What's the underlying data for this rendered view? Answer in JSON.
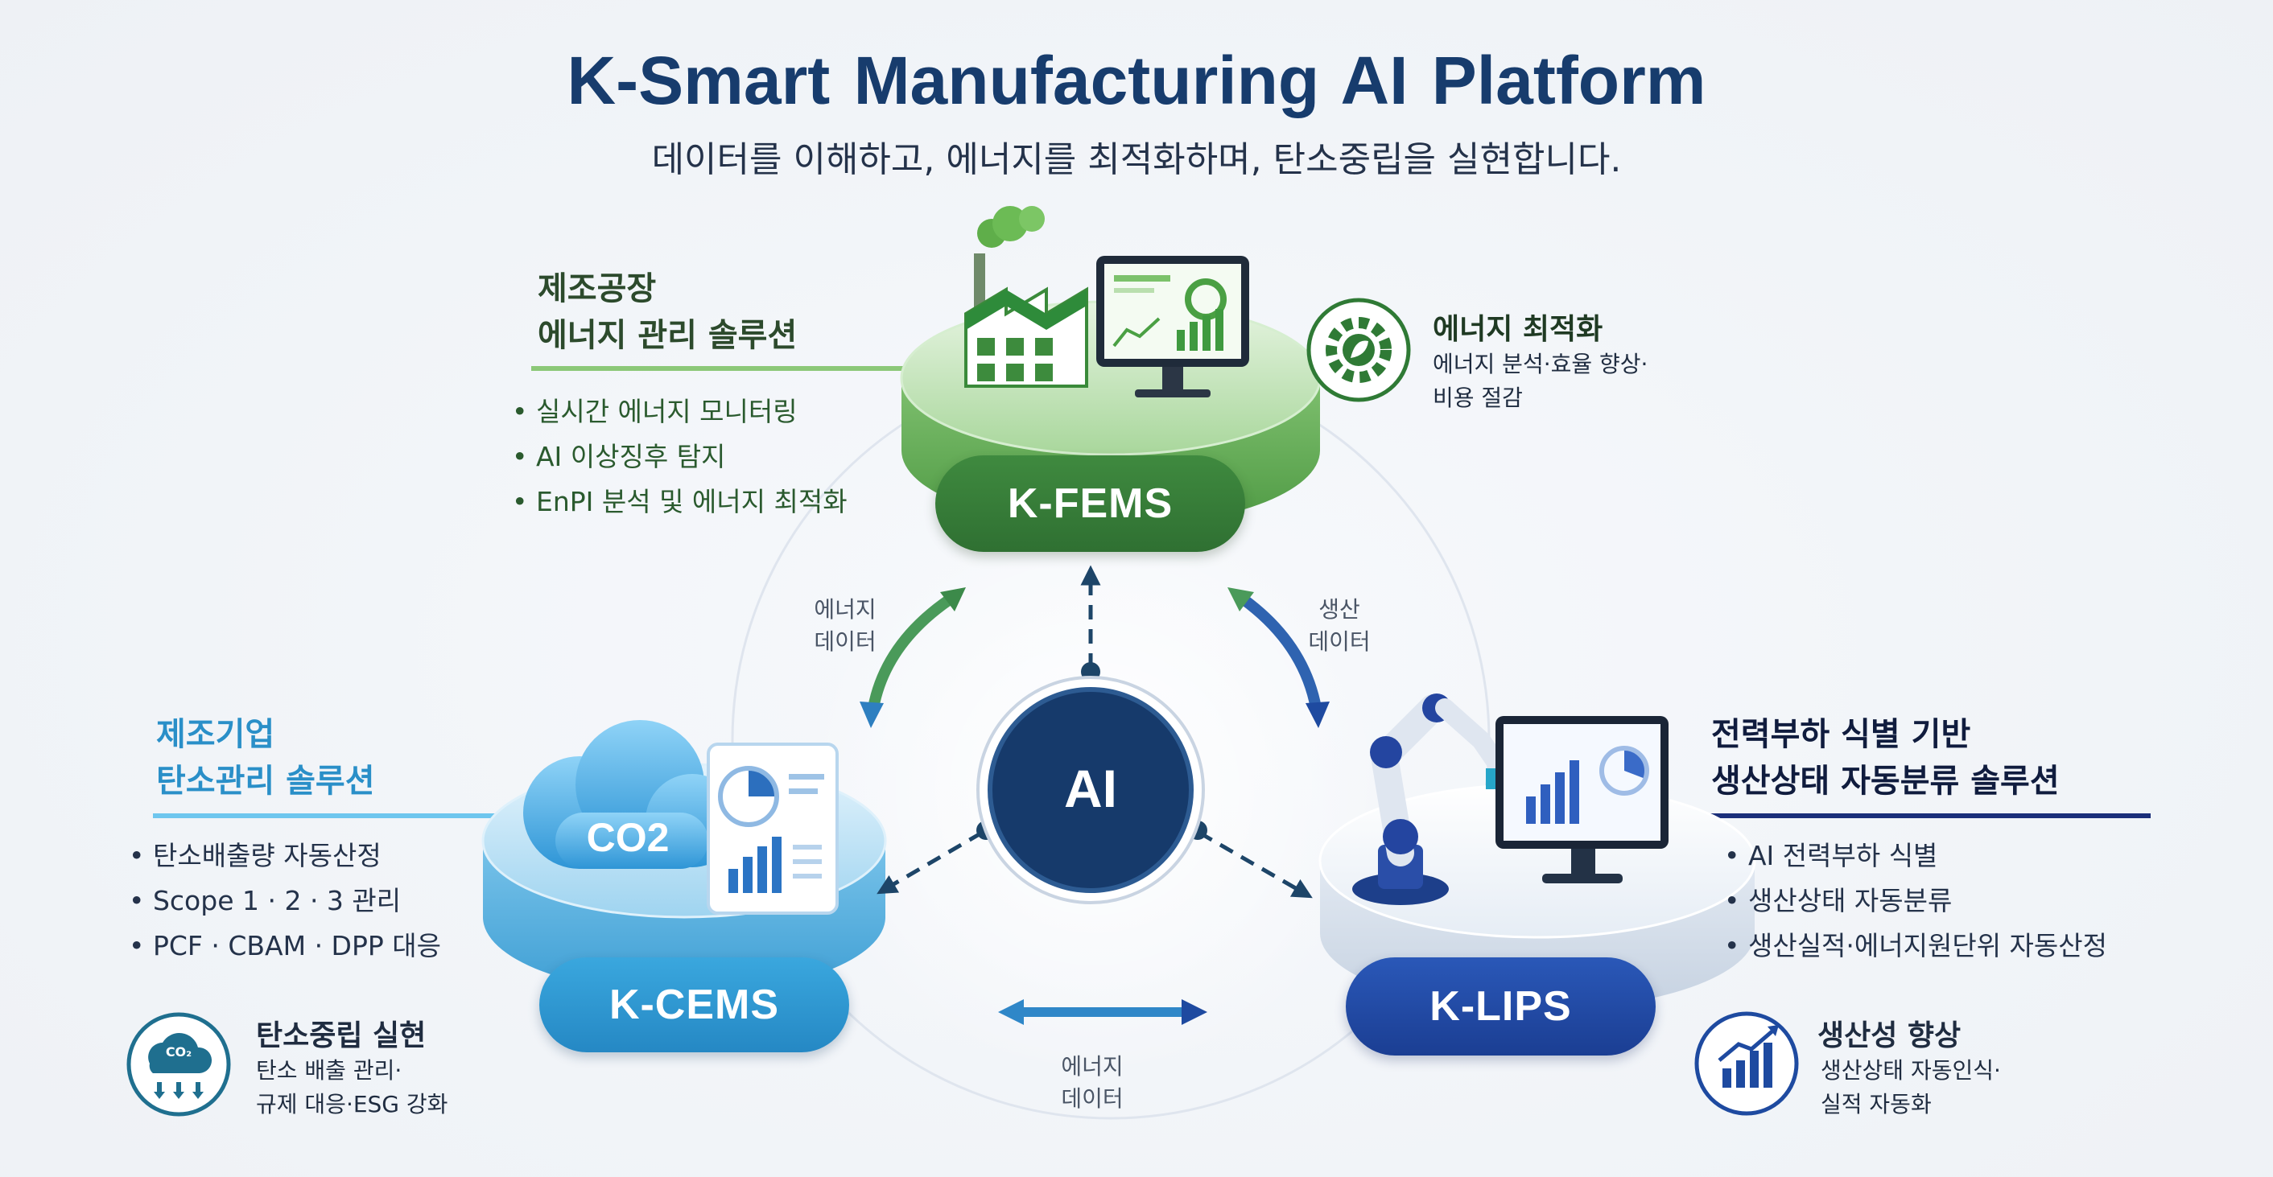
{
  "header": {
    "title": "K-Smart Manufacturing  AI Platform",
    "subtitle": "데이터를 이해하고, 에너지를 최적화하며, 탄소중립을 실현합니다."
  },
  "center": {
    "label": "AI"
  },
  "fems": {
    "pill": "K-FEMS",
    "heading": [
      "제조공장",
      "에너지 관리 솔루션"
    ],
    "bullets": [
      "실시간 에너지 모니터링",
      "AI 이상징후 탐지",
      "EnPI 분석 및 에너지 최적화"
    ],
    "feature": {
      "title": "에너지 최적화",
      "desc": [
        "에너지 분석·효율 향상·",
        "비용 절감"
      ]
    }
  },
  "cems": {
    "pill": "K-CEMS",
    "badge": "CO2",
    "heading": [
      "제조기업",
      "탄소관리 솔루션"
    ],
    "bullets": [
      "탄소배출량 자동산정",
      "Scope 1 · 2 · 3 관리",
      "PCF · CBAM · DPP 대응"
    ],
    "feature": {
      "title": "탄소중립 실현",
      "icon_text": "CO₂",
      "desc": [
        "탄소 배출 관리·",
        "규제 대응·ESG 강화"
      ]
    }
  },
  "lips": {
    "pill": "K-LIPS",
    "heading": [
      "전력부하 식별 기반",
      "생산상태 자동분류 솔루션"
    ],
    "bullets": [
      "AI 전력부하 식별",
      "생산상태 자동분류",
      "생산실적·에너지원단위  자동산정"
    ],
    "feature": {
      "title": "생산성 향상",
      "desc": [
        "생산상태 자동인식·",
        "실적 자동화"
      ]
    }
  },
  "flows": {
    "left": [
      "에너지",
      "데이터"
    ],
    "right": [
      "생산",
      "데이터"
    ],
    "bottom": [
      "에너지",
      "데이터"
    ]
  },
  "colors": {
    "navy": "#173c6d",
    "green": "#3b7d3b",
    "blue": "#2a8fc8",
    "dark_blue": "#1e4aa0"
  }
}
